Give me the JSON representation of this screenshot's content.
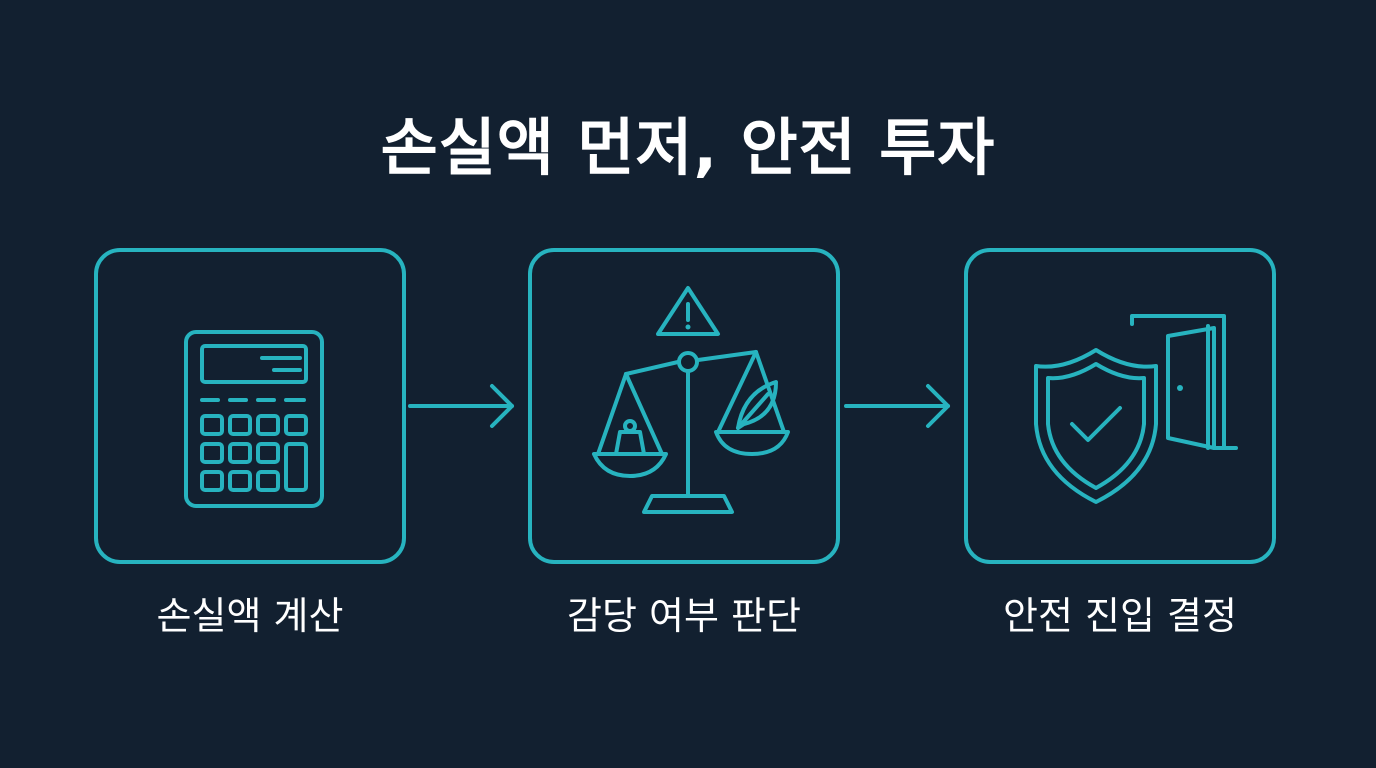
{
  "title": "손실액 먼저, 안전 투자",
  "accent_color": "#27b3bf",
  "background_color": "#122030",
  "steps": [
    {
      "label": "손실액 계산",
      "icon": "calculator-icon"
    },
    {
      "label": "감당 여부 판단",
      "icon": "balance-scale-warning-icon"
    },
    {
      "label": "안전 진입 결정",
      "icon": "shield-check-door-icon"
    }
  ]
}
